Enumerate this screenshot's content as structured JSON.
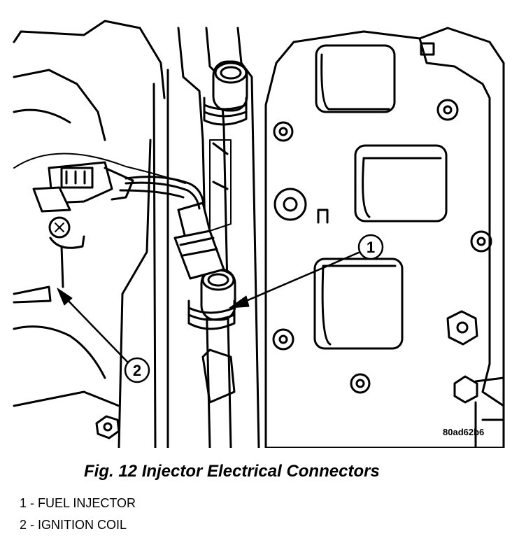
{
  "figure": {
    "id_code": "80ad62b6",
    "callouts": [
      "1",
      "2"
    ]
  },
  "caption": "Fig. 12 Injector Electrical Connectors",
  "legend": [
    {
      "number": "1",
      "text": "1 - FUEL INJECTOR"
    },
    {
      "number": "2",
      "text": "2 - IGNITION COIL"
    }
  ]
}
